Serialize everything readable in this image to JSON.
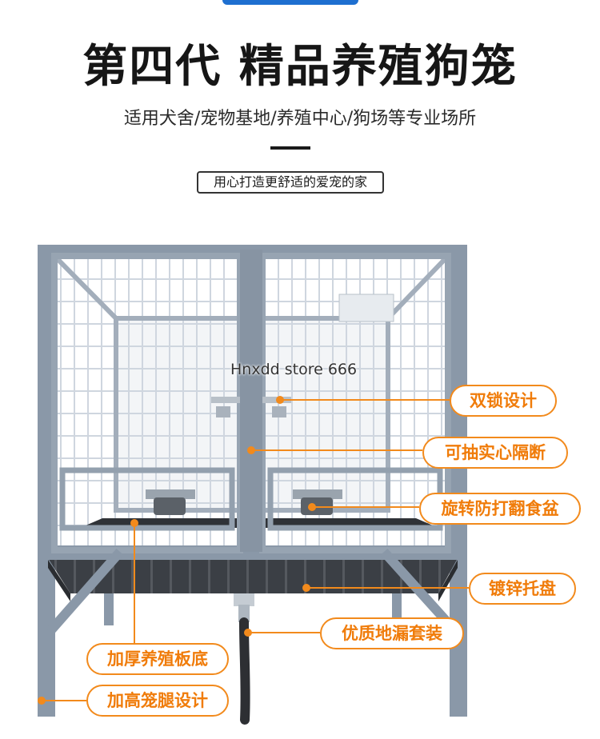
{
  "header": {
    "title": "第四代 精品养殖狗笼",
    "subtitle": "适用犬舍/宠物基地/养殖中心/狗场等专业场所",
    "tagline": "用心打造更舒适的爱宠的家"
  },
  "watermark": "Hnxdd store 666",
  "callouts": [
    "双锁设计",
    "可抽实心隔断",
    "旋转防打翻食盆",
    "镀锌托盘",
    "优质地漏套装",
    "加厚养殖板底",
    "加高笼腿设计"
  ],
  "colors": {
    "accent": "#f07c0a",
    "frame": "#8a98a8",
    "tray": "#3a3d42",
    "top_bar": "#1e6fd0"
  }
}
